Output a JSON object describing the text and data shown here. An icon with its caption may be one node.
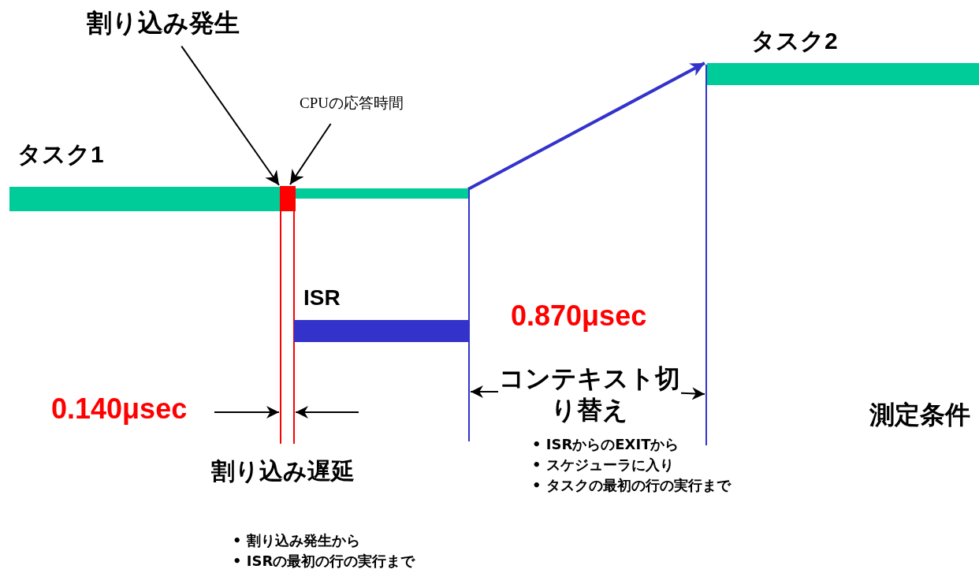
{
  "diagram": {
    "nodes": [
      {
        "text": [
          "割り込み発生"
        ]
      },
      {
        "text": [
          "CPUの応答時間"
        ]
      },
      {
        "text": [
          "タスク1"
        ]
      },
      {
        "text": [],
        "shape": "box"
      },
      {
        "text": [
          "タスク2"
        ]
      },
      {
        "text": [
          "ISR"
        ]
      }
    ],
    "edges": [
      {
        "from": 0,
        "to": 3,
        "arrow": "to"
      },
      {
        "from": 1,
        "to": 3,
        "arrow": "to"
      },
      {
        "from": 2,
        "to": 4,
        "arrow": "to",
        "style": "thick",
        "color": "#3333cc"
      }
    ],
    "labels": [
      "0.140μsec",
      "割り込み遅延",
      "• 割り込み発生から",
      "• ISRの最初の行の実行まで",
      "0.870μsec",
      "コンテキスト切り替え",
      "• ISRからのEXITから",
      "• スケジューラに入り",
      "• タスクの最初の行の実行まで",
      "測定条件"
    ]
  }
}
